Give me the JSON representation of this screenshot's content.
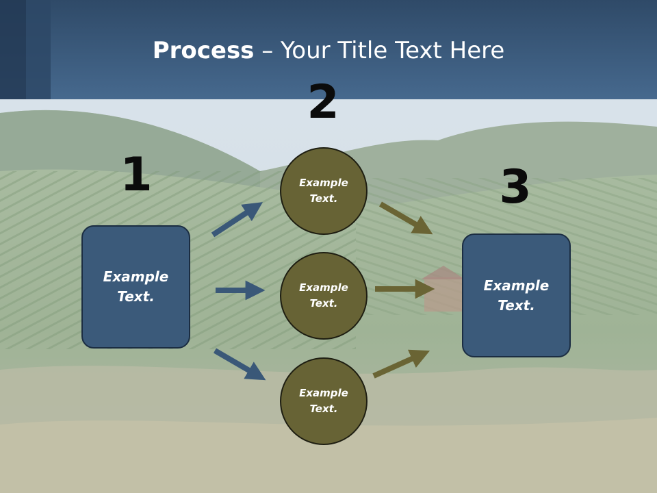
{
  "title": {
    "bold": "Process",
    "rest": " – Your Title Text Here"
  },
  "steps": {
    "one": {
      "number": "1",
      "text": "Example Text."
    },
    "two": {
      "number": "2",
      "items": [
        {
          "text": "Example Text."
        },
        {
          "text": "Example Text."
        },
        {
          "text": "Example Text."
        }
      ]
    },
    "three": {
      "number": "3",
      "text": "Example Text."
    }
  },
  "colors": {
    "header": "#3d5d80",
    "box_fill": "#3b5a7a",
    "circle_fill": "#676335",
    "blue_arrow": "#3a5878",
    "olive_arrow": "#6a6434"
  }
}
